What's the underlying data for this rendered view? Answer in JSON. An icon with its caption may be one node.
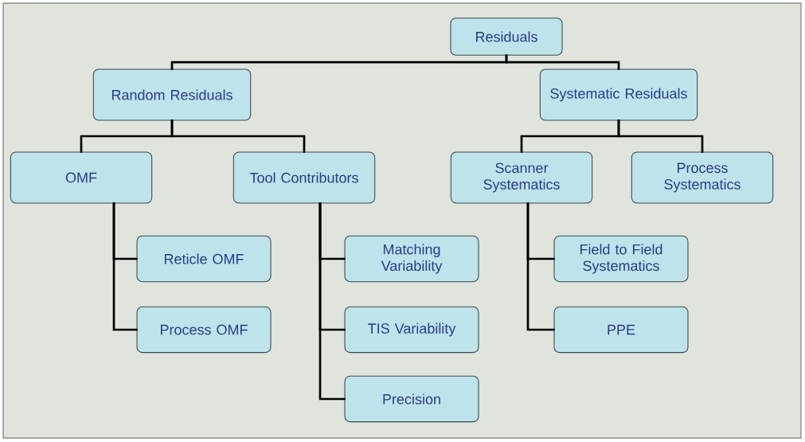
{
  "diagram": {
    "nodes": [
      {
        "text": [
          "Residuals"
        ]
      },
      {
        "text": [
          "Random Residuals"
        ]
      },
      {
        "text": [
          "Systematic Residuals"
        ]
      },
      {
        "text": [
          "OMF"
        ]
      },
      {
        "text": [
          "Tool Contributors"
        ]
      },
      {
        "text": [
          "Scanner Systematics"
        ]
      },
      {
        "text": [
          "Process Systematics"
        ]
      },
      {
        "text": [
          "Reticle OMF"
        ]
      },
      {
        "text": [
          "Process OMF"
        ]
      },
      {
        "text": [
          "Matching Variability"
        ]
      },
      {
        "text": [
          "TIS Variability"
        ]
      },
      {
        "text": [
          "Precision"
        ]
      },
      {
        "text": [
          "Field to Field Systematics"
        ]
      },
      {
        "text": [
          "PPE"
        ]
      }
    ],
    "edges": [
      {
        "from": 0,
        "to": 1,
        "arrow": "none"
      },
      {
        "from": 0,
        "to": 2,
        "arrow": "none"
      },
      {
        "from": 1,
        "to": 3,
        "arrow": "none"
      },
      {
        "from": 1,
        "to": 4,
        "arrow": "none"
      },
      {
        "from": 2,
        "to": 5,
        "arrow": "none"
      },
      {
        "from": 2,
        "to": 6,
        "arrow": "none"
      },
      {
        "from": 3,
        "to": 7,
        "arrow": "none"
      },
      {
        "from": 3,
        "to": 8,
        "arrow": "none"
      },
      {
        "from": 4,
        "to": 9,
        "arrow": "none"
      },
      {
        "from": 4,
        "to": 10,
        "arrow": "none"
      },
      {
        "from": 4,
        "to": 11,
        "arrow": "none"
      },
      {
        "from": 5,
        "to": 12,
        "arrow": "none"
      },
      {
        "from": 5,
        "to": 13,
        "arrow": "none"
      }
    ]
  }
}
